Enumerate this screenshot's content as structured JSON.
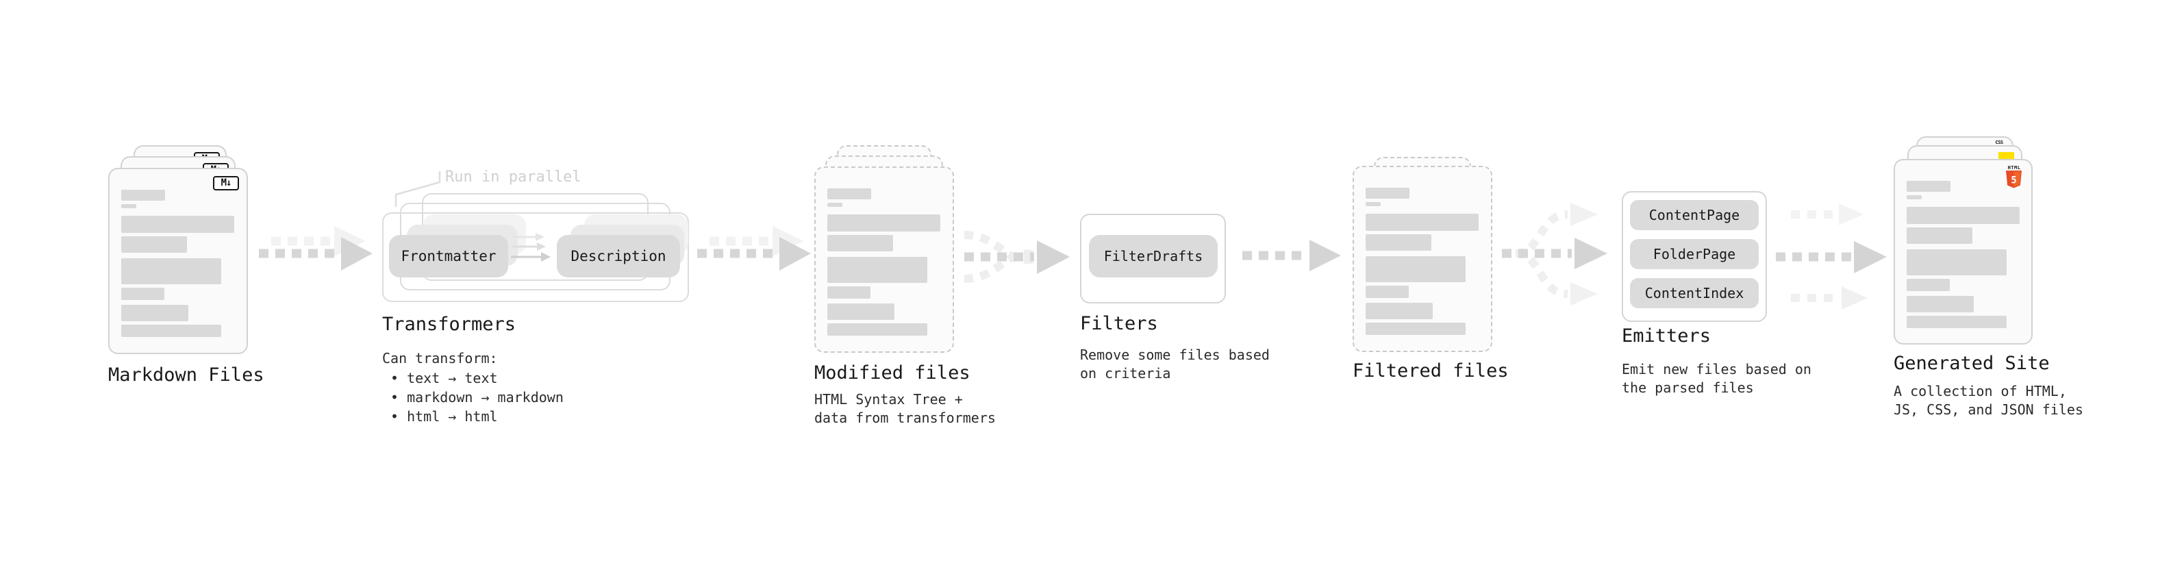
{
  "stages": {
    "markdown_files": {
      "label": "Markdown Files",
      "badge": "M↓"
    },
    "transformers": {
      "label": "Transformers",
      "annotation": "Run in parallel",
      "nodes": [
        "Frontmatter",
        "Description"
      ],
      "description_title": "Can transform:",
      "bullets": [
        "• text → text",
        "• markdown → markdown",
        "• html → html"
      ]
    },
    "modified_files": {
      "label": "Modified files",
      "description": "HTML Syntax Tree +\ndata from transformers"
    },
    "filters": {
      "label": "Filters",
      "nodes": [
        "FilterDrafts"
      ],
      "description": "Remove some files based\non criteria"
    },
    "filtered_files": {
      "label": "Filtered files"
    },
    "emitters": {
      "label": "Emitters",
      "nodes": [
        "ContentPage",
        "FolderPage",
        "ContentIndex"
      ],
      "description": "Emit new files based on\nthe parsed files"
    },
    "generated_site": {
      "label": "Generated Site",
      "description": "A collection of HTML,\nJS, CSS, and JSON files",
      "badges": {
        "css_label": "CSS",
        "html_label": "HTML",
        "html5_number": "5"
      }
    }
  },
  "colors": {
    "accent_html5_orange": "#E44D26",
    "accent_html5_orange_light": "#F16529",
    "accent_js_yellow": "#FFE001",
    "accent_css_blue": "#2B5FE3",
    "arrow_gray": "#D6D6D6",
    "arrow_faint": "#F1F1F1",
    "pill_gray": "#DBDBDB",
    "placeholder_bar_gray": "#D9D9D9",
    "annotation_gray": "#CFCFCF"
  }
}
